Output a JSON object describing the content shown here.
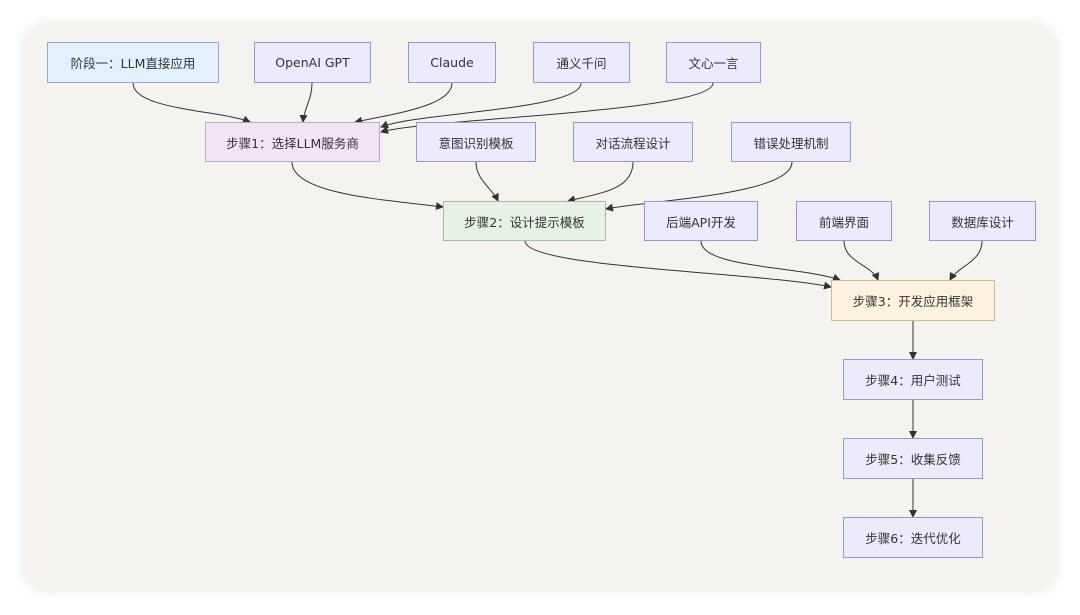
{
  "nodes": {
    "stage1": "阶段一：LLM直接应用",
    "openai": "OpenAI GPT",
    "claude": "Claude",
    "tongyi": "通义千问",
    "wenxin": "文心一言",
    "step1": "步骤1：选择LLM服务商",
    "intent_template": "意图识别模板",
    "dialog_flow": "对话流程设计",
    "error_handling": "错误处理机制",
    "step2": "步骤2：设计提示模板",
    "backend_api": "后端API开发",
    "frontend_ui": "前端界面",
    "database": "数据库设计",
    "step3": "步骤3：开发应用框架",
    "step4": "步骤4：用户测试",
    "step5": "步骤5：收集反馈",
    "step6": "步骤6：迭代优化"
  },
  "edges": [
    [
      "stage1",
      "step1"
    ],
    [
      "openai",
      "step1"
    ],
    [
      "claude",
      "step1"
    ],
    [
      "tongyi",
      "step1"
    ],
    [
      "wenxin",
      "step1"
    ],
    [
      "step1",
      "step2"
    ],
    [
      "intent_template",
      "step2"
    ],
    [
      "dialog_flow",
      "step2"
    ],
    [
      "error_handling",
      "step2"
    ],
    [
      "step2",
      "step3"
    ],
    [
      "backend_api",
      "step3"
    ],
    [
      "frontend_ui",
      "step3"
    ],
    [
      "database",
      "step3"
    ],
    [
      "step3",
      "step4"
    ],
    [
      "step4",
      "step5"
    ],
    [
      "step5",
      "step6"
    ]
  ],
  "colors": {
    "default_fill": "#ecebfb",
    "default_border": "#9b95d8",
    "stage_fill": "#e4f1fb",
    "step1_fill": "#f1e5f2",
    "step2_fill": "#e8f1e6",
    "step3_fill": "#fdf2df",
    "edge": "#333333"
  }
}
